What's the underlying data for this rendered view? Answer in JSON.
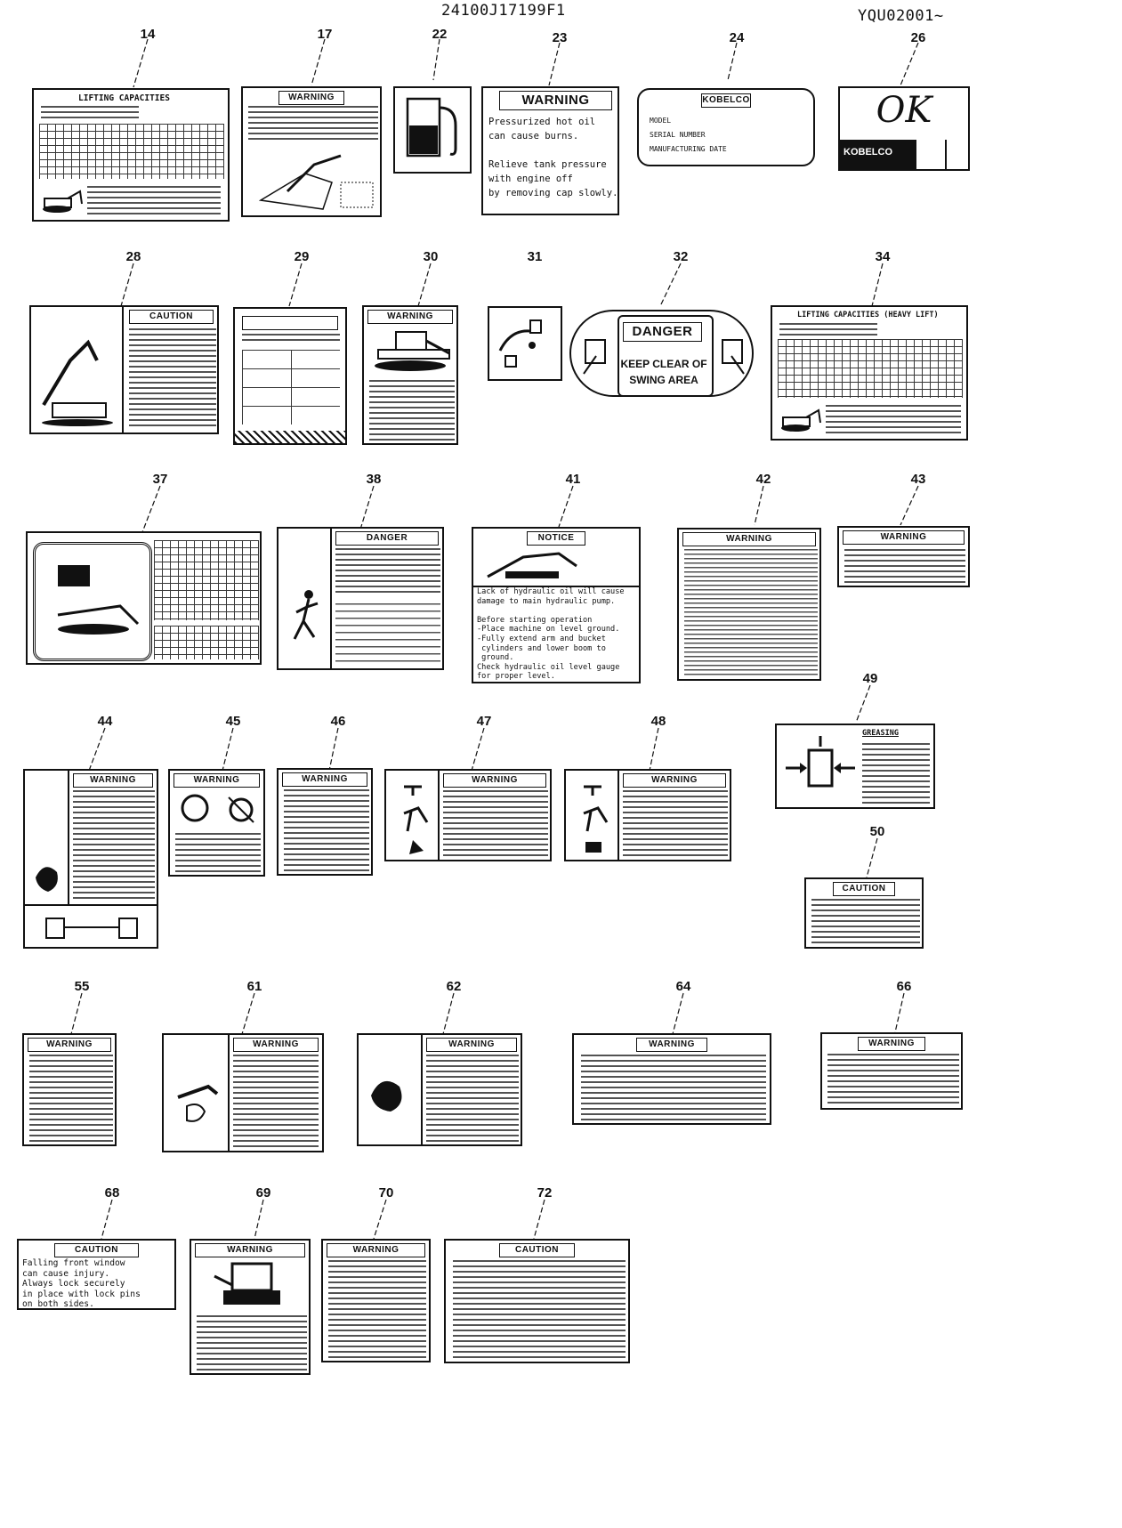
{
  "header": {
    "part_number": "24100J17199F1",
    "serial_range": "YQU02001~"
  },
  "callouts": [
    "14",
    "17",
    "22",
    "23",
    "24",
    "26",
    "28",
    "29",
    "30",
    "31",
    "32",
    "34",
    "37",
    "38",
    "41",
    "42",
    "43",
    "44",
    "45",
    "46",
    "47",
    "48",
    "49",
    "50",
    "55",
    "61",
    "62",
    "64",
    "66",
    "68",
    "69",
    "70",
    "72"
  ],
  "decals": {
    "d14": {
      "title": "LIFTING CAPACITIES"
    },
    "d17": {
      "banner": "WARNING"
    },
    "d23": {
      "banner": "WARNING",
      "lines": [
        "Pressurized hot oil",
        "can cause burns.",
        "",
        "Relieve tank pressure",
        "with engine off",
        "by removing cap slowly."
      ]
    },
    "d24": {
      "brand": "KOBELCO",
      "fields": [
        "MODEL",
        "SERIAL NUMBER",
        "MANUFACTURING DATE"
      ]
    },
    "d26": {
      "mark": "OK",
      "brand": "KOBELCO"
    },
    "d28": {
      "banner": "CAUTION"
    },
    "d30": {
      "banner": "WARNING"
    },
    "d32": {
      "banner": "DANGER",
      "lines": [
        "KEEP CLEAR OF",
        "SWING AREA"
      ]
    },
    "d34": {
      "title": "LIFTING CAPACITIES (HEAVY LIFT)"
    },
    "d38": {
      "banner": "DANGER"
    },
    "d41": {
      "banner": "NOTICE",
      "lines": [
        "Lack of hydraulic oil will cause",
        "damage to main hydraulic pump.",
        "",
        "Before starting operation",
        "-Place machine on level ground.",
        "-Fully extend arm and bucket",
        " cylinders and lower boom to",
        " ground.",
        "Check hydraulic oil level gauge",
        "for proper level."
      ]
    },
    "d42": {
      "banner": "WARNING"
    },
    "d43": {
      "banner": "WARNING"
    },
    "d44": {
      "banner": "WARNING"
    },
    "d45": {
      "banner": "WARNING"
    },
    "d46": {
      "banner": "WARNING"
    },
    "d47": {
      "banner": "WARNING"
    },
    "d48": {
      "banner": "WARNING"
    },
    "d49": {
      "title": "GREASING"
    },
    "d50": {
      "banner": "CAUTION"
    },
    "d55": {
      "banner": "WARNING"
    },
    "d61": {
      "banner": "WARNING"
    },
    "d62": {
      "banner": "WARNING"
    },
    "d64": {
      "banner": "WARNING"
    },
    "d66": {
      "banner": "WARNING"
    },
    "d68": {
      "banner": "CAUTION",
      "lines": [
        "Falling front window",
        "can cause injury.",
        "Always lock securely",
        "in place with lock pins",
        "on both sides."
      ]
    },
    "d69": {
      "banner": "WARNING"
    },
    "d70": {
      "banner": "WARNING"
    },
    "d72": {
      "banner": "CAUTION"
    }
  }
}
